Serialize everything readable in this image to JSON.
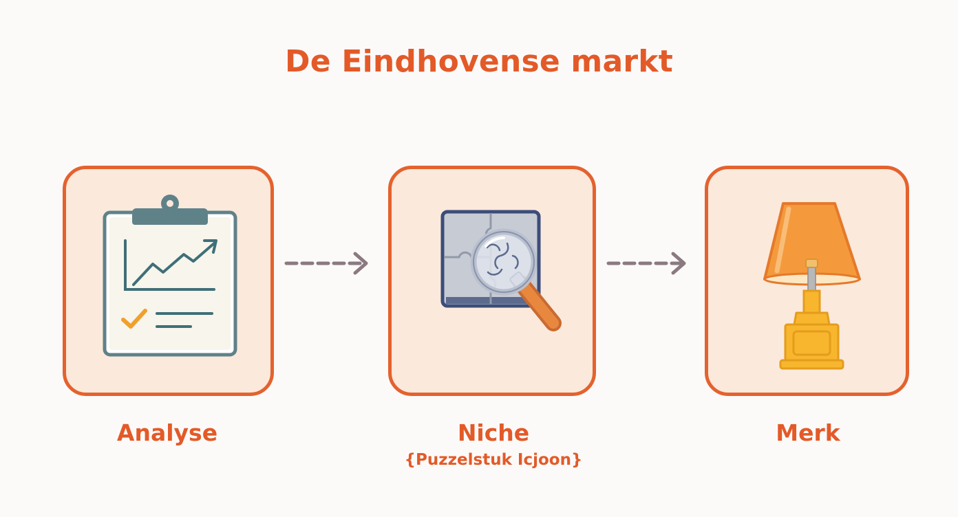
{
  "title": "De Eindhovense markt",
  "steps": [
    {
      "label": "Analyse",
      "icon": "clipboard-chart-icon"
    },
    {
      "label": "Niche",
      "sublabel": "{Puzzelstuk Icjoon}",
      "icon": "puzzle-magnifier-icon"
    },
    {
      "label": "Merk",
      "icon": "lamp-icon"
    }
  ],
  "colors": {
    "accent": "#e35a28",
    "card_fill": "#fbe9dc",
    "arrow": "#8a7a80",
    "background": "#fbfaf9"
  }
}
